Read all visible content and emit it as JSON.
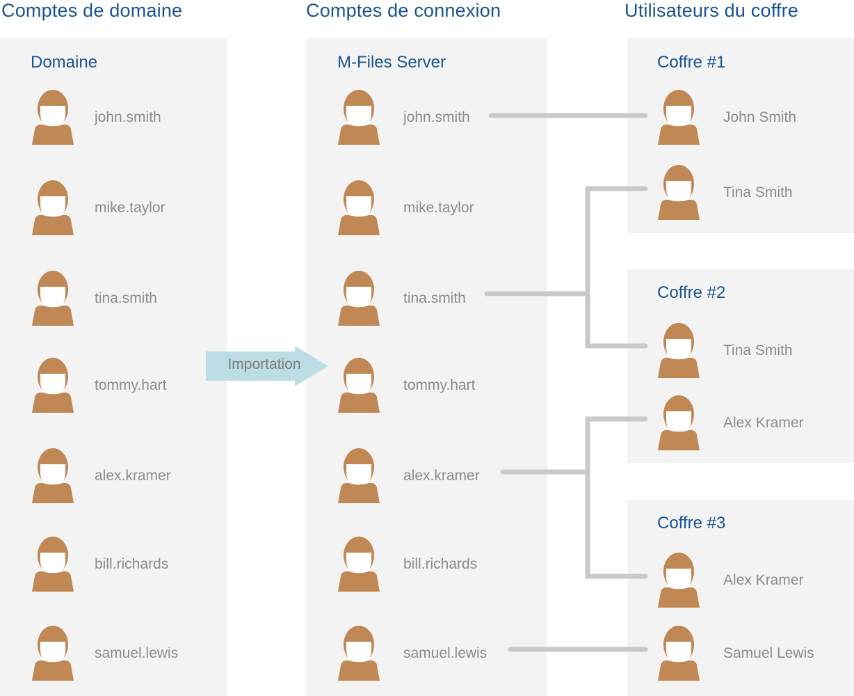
{
  "columns": [
    {
      "title": "Comptes de domaine"
    },
    {
      "title": "Comptes de connexion"
    },
    {
      "title": "Utilisateurs du coffre"
    }
  ],
  "domain_panel": {
    "title": "Domaine",
    "users": [
      {
        "name": "john.smith"
      },
      {
        "name": "mike.taylor"
      },
      {
        "name": "tina.smith"
      },
      {
        "name": "tommy.hart"
      },
      {
        "name": "alex.kramer"
      },
      {
        "name": "bill.richards"
      },
      {
        "name": "samuel.lewis"
      }
    ]
  },
  "server_panel": {
    "title": "M-Files Server",
    "users": [
      {
        "name": "john.smith"
      },
      {
        "name": "mike.taylor"
      },
      {
        "name": "tina.smith"
      },
      {
        "name": "tommy.hart"
      },
      {
        "name": "alex.kramer"
      },
      {
        "name": "bill.richards"
      },
      {
        "name": "samuel.lewis"
      }
    ]
  },
  "vaults": [
    {
      "title": "Coffre #1",
      "users": [
        {
          "name": "John Smith"
        },
        {
          "name": "Tina Smith"
        }
      ]
    },
    {
      "title": "Coffre #2",
      "users": [
        {
          "name": "Tina Smith"
        },
        {
          "name": "Alex Kramer"
        }
      ]
    },
    {
      "title": "Coffre #3",
      "users": [
        {
          "name": "Alex Kramer"
        },
        {
          "name": "Samuel Lewis"
        }
      ]
    }
  ],
  "import_arrow": {
    "label": "Importation"
  },
  "colors": {
    "heading_blue": "#1a5490",
    "panel_bg": "#f3f3f3",
    "person_brown": "#bf8855",
    "label_gray": "#8c8c8c",
    "connector_gray": "#c9c9c9",
    "arrow_blue": "#bcdde3"
  },
  "connections": [
    {
      "from": "john.smith",
      "to": [
        "John Smith"
      ]
    },
    {
      "from": "tina.smith",
      "to": [
        "Tina Smith (Coffre #1)",
        "Tina Smith (Coffre #2)"
      ]
    },
    {
      "from": "alex.kramer",
      "to": [
        "Alex Kramer (Coffre #2)",
        "Alex Kramer (Coffre #3)"
      ]
    },
    {
      "from": "samuel.lewis",
      "to": [
        "Samuel Lewis"
      ]
    }
  ]
}
